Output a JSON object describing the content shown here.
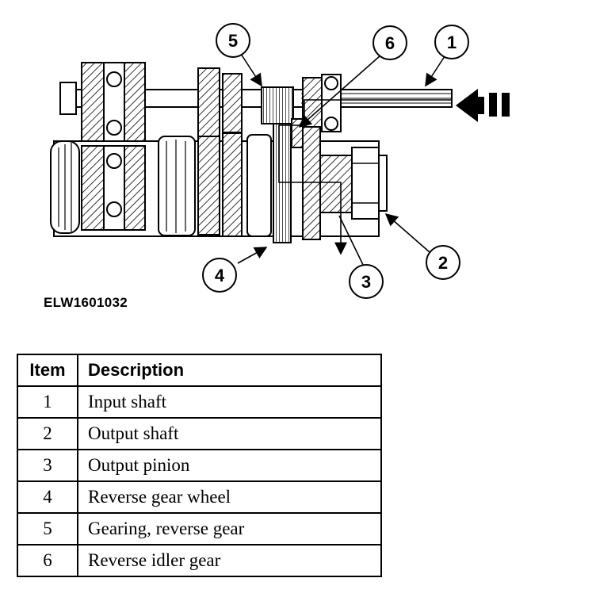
{
  "figure_id": "ELW1601032",
  "callouts": [
    "1",
    "2",
    "3",
    "4",
    "5",
    "6"
  ],
  "table": {
    "headers": [
      "Item",
      "Description"
    ],
    "rows": [
      {
        "item": "1",
        "description": "Input shaft"
      },
      {
        "item": "2",
        "description": "Output shaft"
      },
      {
        "item": "3",
        "description": "Output pinion"
      },
      {
        "item": "4",
        "description": "Reverse gear wheel"
      },
      {
        "item": "5",
        "description": "Gearing, reverse gear"
      },
      {
        "item": "6",
        "description": "Reverse idler gear"
      }
    ]
  }
}
